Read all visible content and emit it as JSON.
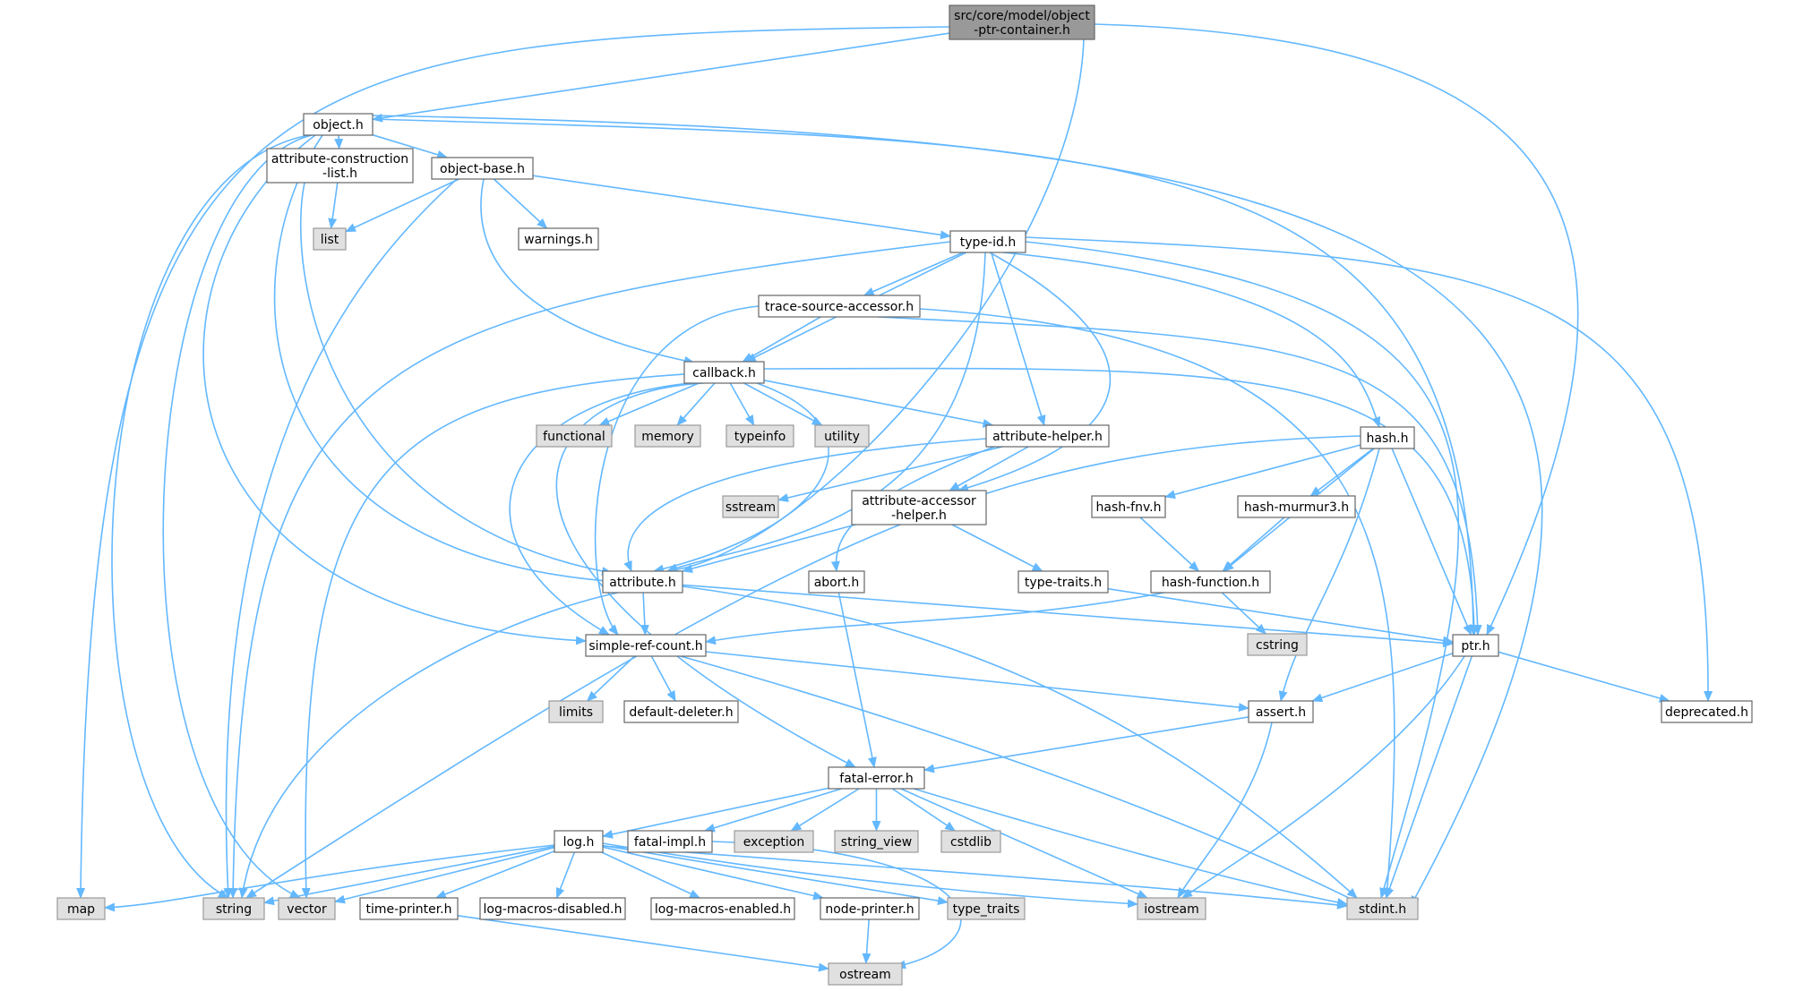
{
  "diagram": {
    "colors": {
      "edge": "#63b8ff",
      "root_fill": "#999999",
      "node_fill": "#ffffff",
      "system_fill": "#e0e0e0",
      "border_dark": "#666666",
      "border_light": "#999999",
      "text": "#000000"
    },
    "nodes": [
      {
        "id": "root",
        "lines": [
          "src/core/model/object",
          "-ptr-container.h"
        ],
        "kind": "root"
      },
      {
        "id": "object",
        "lines": [
          "object.h"
        ],
        "kind": "file"
      },
      {
        "id": "attr_constr",
        "lines": [
          "attribute-construction",
          "-list.h"
        ],
        "kind": "file"
      },
      {
        "id": "object_base",
        "lines": [
          "object-base.h"
        ],
        "kind": "file"
      },
      {
        "id": "list",
        "lines": [
          "list"
        ],
        "kind": "system"
      },
      {
        "id": "warnings",
        "lines": [
          "warnings.h"
        ],
        "kind": "file"
      },
      {
        "id": "type_id",
        "lines": [
          "type-id.h"
        ],
        "kind": "file"
      },
      {
        "id": "trace_src",
        "lines": [
          "trace-source-accessor.h"
        ],
        "kind": "file"
      },
      {
        "id": "callback",
        "lines": [
          "callback.h"
        ],
        "kind": "file"
      },
      {
        "id": "functional",
        "lines": [
          "functional"
        ],
        "kind": "system"
      },
      {
        "id": "memory",
        "lines": [
          "memory"
        ],
        "kind": "system"
      },
      {
        "id": "typeinfo",
        "lines": [
          "typeinfo"
        ],
        "kind": "system"
      },
      {
        "id": "utility",
        "lines": [
          "utility"
        ],
        "kind": "system"
      },
      {
        "id": "attr_helper",
        "lines": [
          "attribute-helper.h"
        ],
        "kind": "file"
      },
      {
        "id": "sstream",
        "lines": [
          "sstream"
        ],
        "kind": "system"
      },
      {
        "id": "attr_acc",
        "lines": [
          "attribute-accessor",
          "-helper.h"
        ],
        "kind": "file"
      },
      {
        "id": "hash",
        "lines": [
          "hash.h"
        ],
        "kind": "file"
      },
      {
        "id": "hash_fnv",
        "lines": [
          "hash-fnv.h"
        ],
        "kind": "file"
      },
      {
        "id": "hash_murmur",
        "lines": [
          "hash-murmur3.h"
        ],
        "kind": "file"
      },
      {
        "id": "attribute",
        "lines": [
          "attribute.h"
        ],
        "kind": "file"
      },
      {
        "id": "abort",
        "lines": [
          "abort.h"
        ],
        "kind": "file"
      },
      {
        "id": "type_traits_h",
        "lines": [
          "type-traits.h"
        ],
        "kind": "file"
      },
      {
        "id": "hash_func",
        "lines": [
          "hash-function.h"
        ],
        "kind": "file"
      },
      {
        "id": "cstring",
        "lines": [
          "cstring"
        ],
        "kind": "system"
      },
      {
        "id": "simple_ref",
        "lines": [
          "simple-ref-count.h"
        ],
        "kind": "file"
      },
      {
        "id": "ptr",
        "lines": [
          "ptr.h"
        ],
        "kind": "file"
      },
      {
        "id": "limits",
        "lines": [
          "limits"
        ],
        "kind": "system"
      },
      {
        "id": "default_del",
        "lines": [
          "default-deleter.h"
        ],
        "kind": "file"
      },
      {
        "id": "assert",
        "lines": [
          "assert.h"
        ],
        "kind": "file"
      },
      {
        "id": "deprecated",
        "lines": [
          "deprecated.h"
        ],
        "kind": "file"
      },
      {
        "id": "fatal_error",
        "lines": [
          "fatal-error.h"
        ],
        "kind": "file"
      },
      {
        "id": "log",
        "lines": [
          "log.h"
        ],
        "kind": "file"
      },
      {
        "id": "fatal_impl",
        "lines": [
          "fatal-impl.h"
        ],
        "kind": "file"
      },
      {
        "id": "exception",
        "lines": [
          "exception"
        ],
        "kind": "system"
      },
      {
        "id": "string_view",
        "lines": [
          "string_view"
        ],
        "kind": "system"
      },
      {
        "id": "cstdlib",
        "lines": [
          "cstdlib"
        ],
        "kind": "system"
      },
      {
        "id": "map",
        "lines": [
          "map"
        ],
        "kind": "system"
      },
      {
        "id": "string",
        "lines": [
          "string"
        ],
        "kind": "system"
      },
      {
        "id": "vector",
        "lines": [
          "vector"
        ],
        "kind": "system"
      },
      {
        "id": "time_printer",
        "lines": [
          "time-printer.h"
        ],
        "kind": "file"
      },
      {
        "id": "log_dis",
        "lines": [
          "log-macros-disabled.h"
        ],
        "kind": "file"
      },
      {
        "id": "log_en",
        "lines": [
          "log-macros-enabled.h"
        ],
        "kind": "file"
      },
      {
        "id": "node_printer",
        "lines": [
          "node-printer.h"
        ],
        "kind": "file"
      },
      {
        "id": "type_traits",
        "lines": [
          "type_traits"
        ],
        "kind": "system"
      },
      {
        "id": "iostream",
        "lines": [
          "iostream"
        ],
        "kind": "system"
      },
      {
        "id": "stdint",
        "lines": [
          "stdint.h"
        ],
        "kind": "system"
      },
      {
        "id": "ostream",
        "lines": [
          "ostream"
        ],
        "kind": "system"
      }
    ],
    "edges": [
      [
        "root",
        "object"
      ],
      [
        "root",
        "map"
      ],
      [
        "root",
        "attribute"
      ],
      [
        "root",
        "ptr"
      ],
      [
        "object",
        "attr_constr"
      ],
      [
        "object",
        "object_base"
      ],
      [
        "object",
        "string"
      ],
      [
        "object",
        "vector"
      ],
      [
        "object",
        "attribute"
      ],
      [
        "object",
        "simple_ref"
      ],
      [
        "object",
        "ptr"
      ],
      [
        "object",
        "stdint"
      ],
      [
        "attr_constr",
        "list"
      ],
      [
        "attr_constr",
        "attribute"
      ],
      [
        "object_base",
        "list"
      ],
      [
        "object_base",
        "warnings"
      ],
      [
        "object_base",
        "type_id"
      ],
      [
        "object_base",
        "callback"
      ],
      [
        "object_base",
        "string"
      ],
      [
        "type_id",
        "trace_src"
      ],
      [
        "type_id",
        "callback"
      ],
      [
        "type_id",
        "attr_helper"
      ],
      [
        "type_id",
        "attr_acc"
      ],
      [
        "type_id",
        "hash"
      ],
      [
        "type_id",
        "attribute"
      ],
      [
        "type_id",
        "string"
      ],
      [
        "type_id",
        "stdint"
      ],
      [
        "type_id",
        "deprecated"
      ],
      [
        "trace_src",
        "callback"
      ],
      [
        "trace_src",
        "simple_ref"
      ],
      [
        "trace_src",
        "ptr"
      ],
      [
        "trace_src",
        "stdint"
      ],
      [
        "callback",
        "functional"
      ],
      [
        "callback",
        "memory"
      ],
      [
        "callback",
        "typeinfo"
      ],
      [
        "callback",
        "utility"
      ],
      [
        "callback",
        "attr_helper"
      ],
      [
        "callback",
        "attribute"
      ],
      [
        "callback",
        "simple_ref"
      ],
      [
        "callback",
        "fatal_error"
      ],
      [
        "callback",
        "ptr"
      ],
      [
        "callback",
        "vector"
      ],
      [
        "attr_helper",
        "sstream"
      ],
      [
        "attr_helper",
        "attr_acc"
      ],
      [
        "attr_helper",
        "abort"
      ],
      [
        "attr_helper",
        "attribute"
      ],
      [
        "attr_acc",
        "attribute"
      ],
      [
        "attr_acc",
        "type_traits_h"
      ],
      [
        "hash",
        "hash_fnv"
      ],
      [
        "hash",
        "hash_murmur"
      ],
      [
        "hash",
        "hash_func"
      ],
      [
        "hash",
        "ptr"
      ],
      [
        "hash",
        "assert"
      ],
      [
        "hash",
        "string"
      ],
      [
        "hash_fnv",
        "hash_func"
      ],
      [
        "hash_murmur",
        "hash_func"
      ],
      [
        "hash_func",
        "cstring"
      ],
      [
        "hash_func",
        "simple_ref"
      ],
      [
        "attribute",
        "simple_ref"
      ],
      [
        "attribute",
        "ptr"
      ],
      [
        "attribute",
        "string"
      ],
      [
        "attribute",
        "stdint"
      ],
      [
        "abort",
        "fatal_error"
      ],
      [
        "type_traits_h",
        "ptr"
      ],
      [
        "simple_ref",
        "limits"
      ],
      [
        "simple_ref",
        "default_del"
      ],
      [
        "simple_ref",
        "assert"
      ],
      [
        "simple_ref",
        "stdint"
      ],
      [
        "ptr",
        "assert"
      ],
      [
        "ptr",
        "deprecated"
      ],
      [
        "ptr",
        "iostream"
      ],
      [
        "ptr",
        "stdint"
      ],
      [
        "assert",
        "fatal_error"
      ],
      [
        "assert",
        "iostream"
      ],
      [
        "fatal_error",
        "log"
      ],
      [
        "fatal_error",
        "fatal_impl"
      ],
      [
        "fatal_error",
        "exception"
      ],
      [
        "fatal_error",
        "string_view"
      ],
      [
        "fatal_error",
        "cstdlib"
      ],
      [
        "fatal_error",
        "iostream"
      ],
      [
        "fatal_error",
        "stdint"
      ],
      [
        "fatal_impl",
        "ostream"
      ],
      [
        "log",
        "map"
      ],
      [
        "log",
        "string"
      ],
      [
        "log",
        "vector"
      ],
      [
        "log",
        "time_printer"
      ],
      [
        "log",
        "log_dis"
      ],
      [
        "log",
        "log_en"
      ],
      [
        "log",
        "node_printer"
      ],
      [
        "log",
        "type_traits"
      ],
      [
        "log",
        "iostream"
      ],
      [
        "log",
        "stdint"
      ],
      [
        "time_printer",
        "ostream"
      ],
      [
        "node_printer",
        "ostream"
      ]
    ]
  }
}
